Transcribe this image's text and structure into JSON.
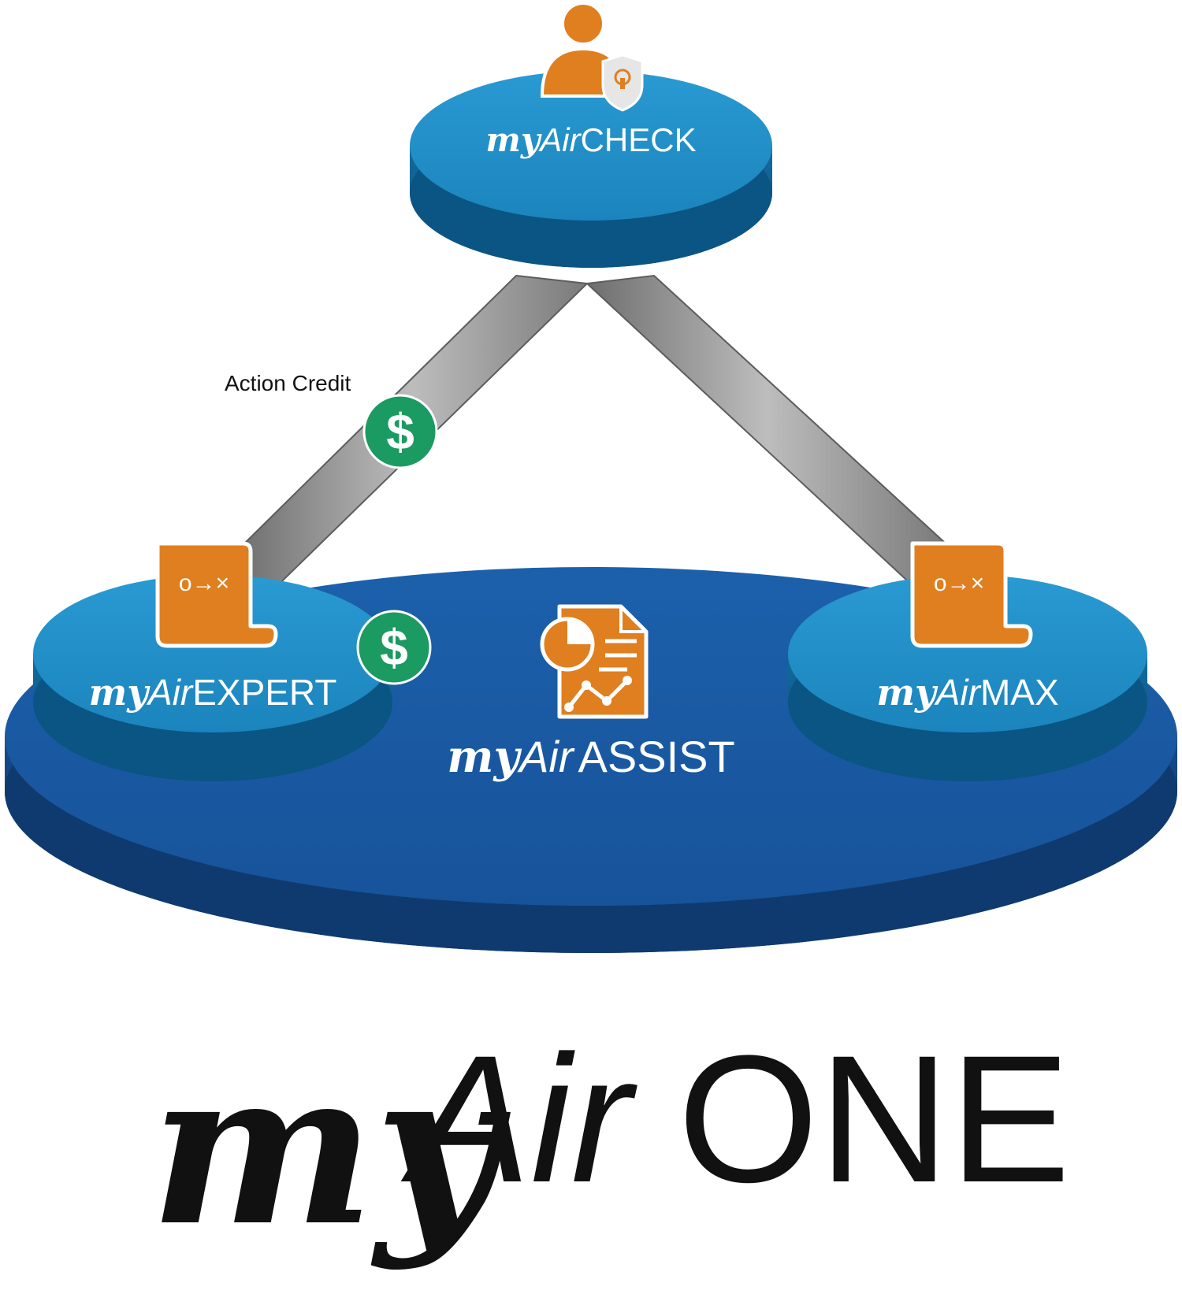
{
  "colors": {
    "base_top": "#1a5aa3",
    "base_side": "#123f78",
    "disc_top": "#1f8fc8",
    "disc_side": "#0d5c8c",
    "icon_orange": "#e07f1f",
    "credit_green": "#1b9a62",
    "beam_gray": "#8c8c8c"
  },
  "nodes": {
    "check": {
      "prefix_my": "my",
      "prefix_air": "Air",
      "suffix": "CHECK",
      "icon": "user-shield-icon"
    },
    "expert": {
      "prefix_my": "my",
      "prefix_air": "Air",
      "suffix": "EXPERT",
      "icon": "scroll-icon"
    },
    "max": {
      "prefix_my": "my",
      "prefix_air": "Air",
      "suffix": "MAX",
      "icon": "scroll-icon"
    },
    "assist": {
      "prefix_my": "my",
      "prefix_air": "Air",
      "suffix": "ASSIST",
      "icon": "report-chart-icon"
    }
  },
  "credit": {
    "label": "Action Credit",
    "symbol": "$",
    "icon": "dollar-coin-icon"
  },
  "scroll_symbol": "o→×",
  "brand": {
    "my": "my",
    "air": "Air",
    "one": "ONE"
  }
}
